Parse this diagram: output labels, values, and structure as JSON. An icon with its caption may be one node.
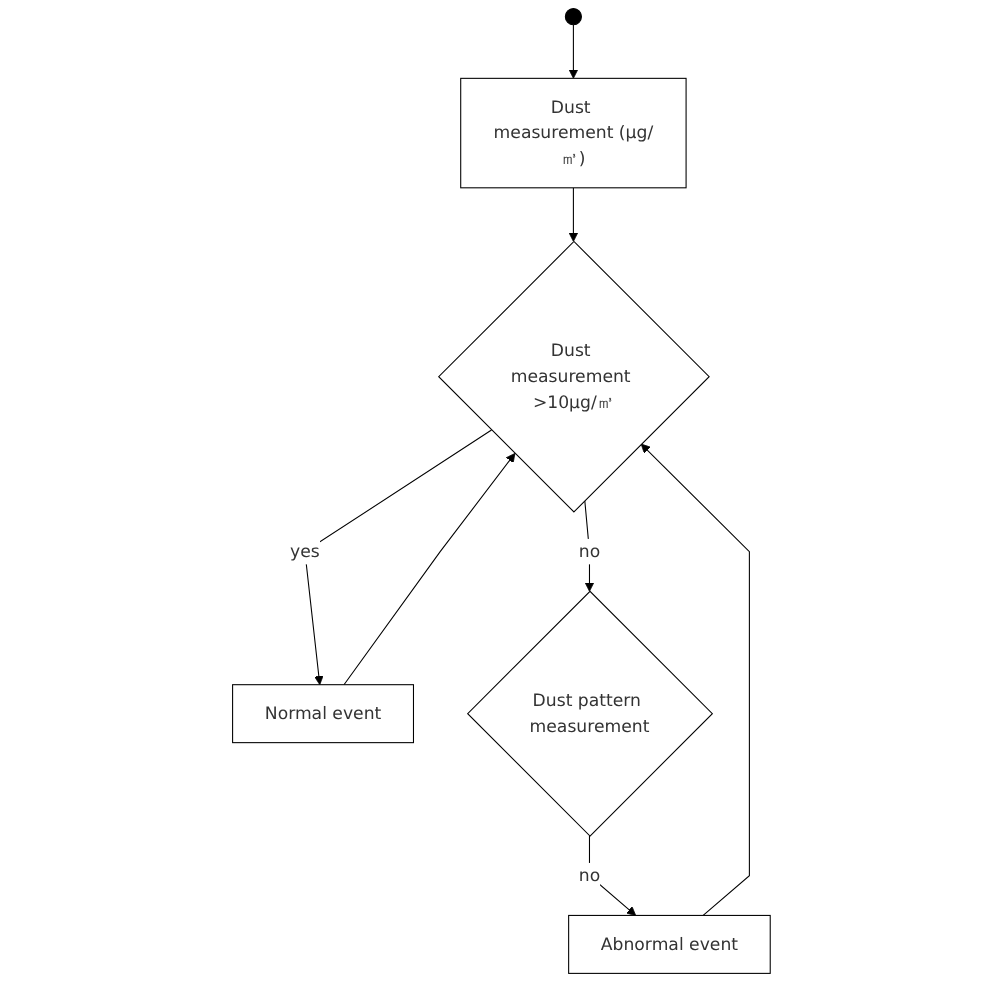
{
  "diagram": {
    "nodes": [
      {
        "text": [],
        "shape": "circle"
      },
      {
        "text": [
          "Dust measurement (μg/㎥)"
        ]
      },
      {
        "text": [
          "Dust measurement >10μg/㎥"
        ]
      },
      {
        "text": [
          "Normal event"
        ]
      },
      {
        "text": [
          "Dust pattern measurement"
        ]
      },
      {
        "text": [
          "Abnormal event"
        ]
      }
    ],
    "edges": [
      {
        "from": 0,
        "to": 1,
        "arrow": "to"
      },
      {
        "from": 1,
        "to": 2,
        "arrow": "to"
      },
      {
        "from": 2,
        "to": 3,
        "label": "yes",
        "arrow": "to"
      },
      {
        "from": 3,
        "to": 2,
        "arrow": "to"
      },
      {
        "from": 2,
        "to": 4,
        "label": "no",
        "arrow": "to"
      },
      {
        "from": 4,
        "to": 5,
        "label": "no",
        "arrow": "to"
      },
      {
        "from": 5,
        "to": 2,
        "arrow": "to"
      }
    ]
  }
}
